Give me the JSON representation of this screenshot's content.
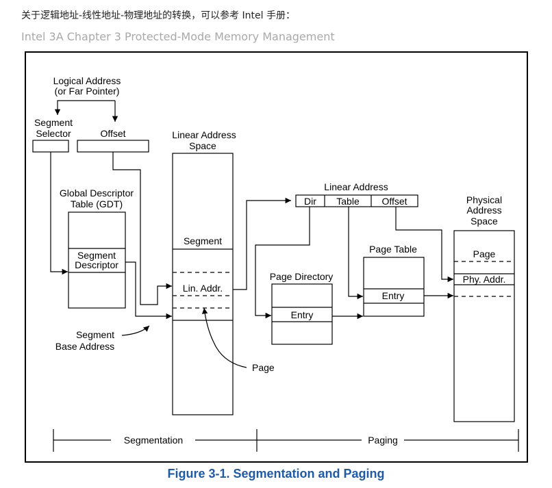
{
  "intro_text": "关于逻辑地址-线性地址-物理地址的转换，可以参考 Intel 手册：",
  "reference": "Intel 3A Chapter 3 Protected-Mode Memory Management",
  "caption": "Figure 3-1.  Segmentation and Paging",
  "labels": {
    "logical_address": "Logical Address",
    "far_pointer": "(or Far Pointer)",
    "segment_selector_1": "Segment",
    "segment_selector_2": "Selector",
    "offset": "Offset",
    "gdt_1": "Global Descriptor",
    "gdt_2": "Table (GDT)",
    "segment_descriptor_1": "Segment",
    "segment_descriptor_2": "Descriptor",
    "segment_base_1": "Segment",
    "segment_base_2": "Base Address",
    "linear_space_1": "Linear Address",
    "linear_space_2": "Space",
    "segment": "Segment",
    "lin_addr": "Lin. Addr.",
    "page": "Page",
    "linear_address": "Linear Address",
    "dir": "Dir",
    "table": "Table",
    "lin_offset": "Offset",
    "page_directory": "Page Directory",
    "pd_entry": "Entry",
    "page_table": "Page Table",
    "pt_entry": "Entry",
    "physical_1": "Physical",
    "physical_2": "Address",
    "physical_3": "Space",
    "phys_page": "Page",
    "phy_addr": "Phy. Addr.",
    "segmentation": "Segmentation",
    "paging": "Paging"
  }
}
